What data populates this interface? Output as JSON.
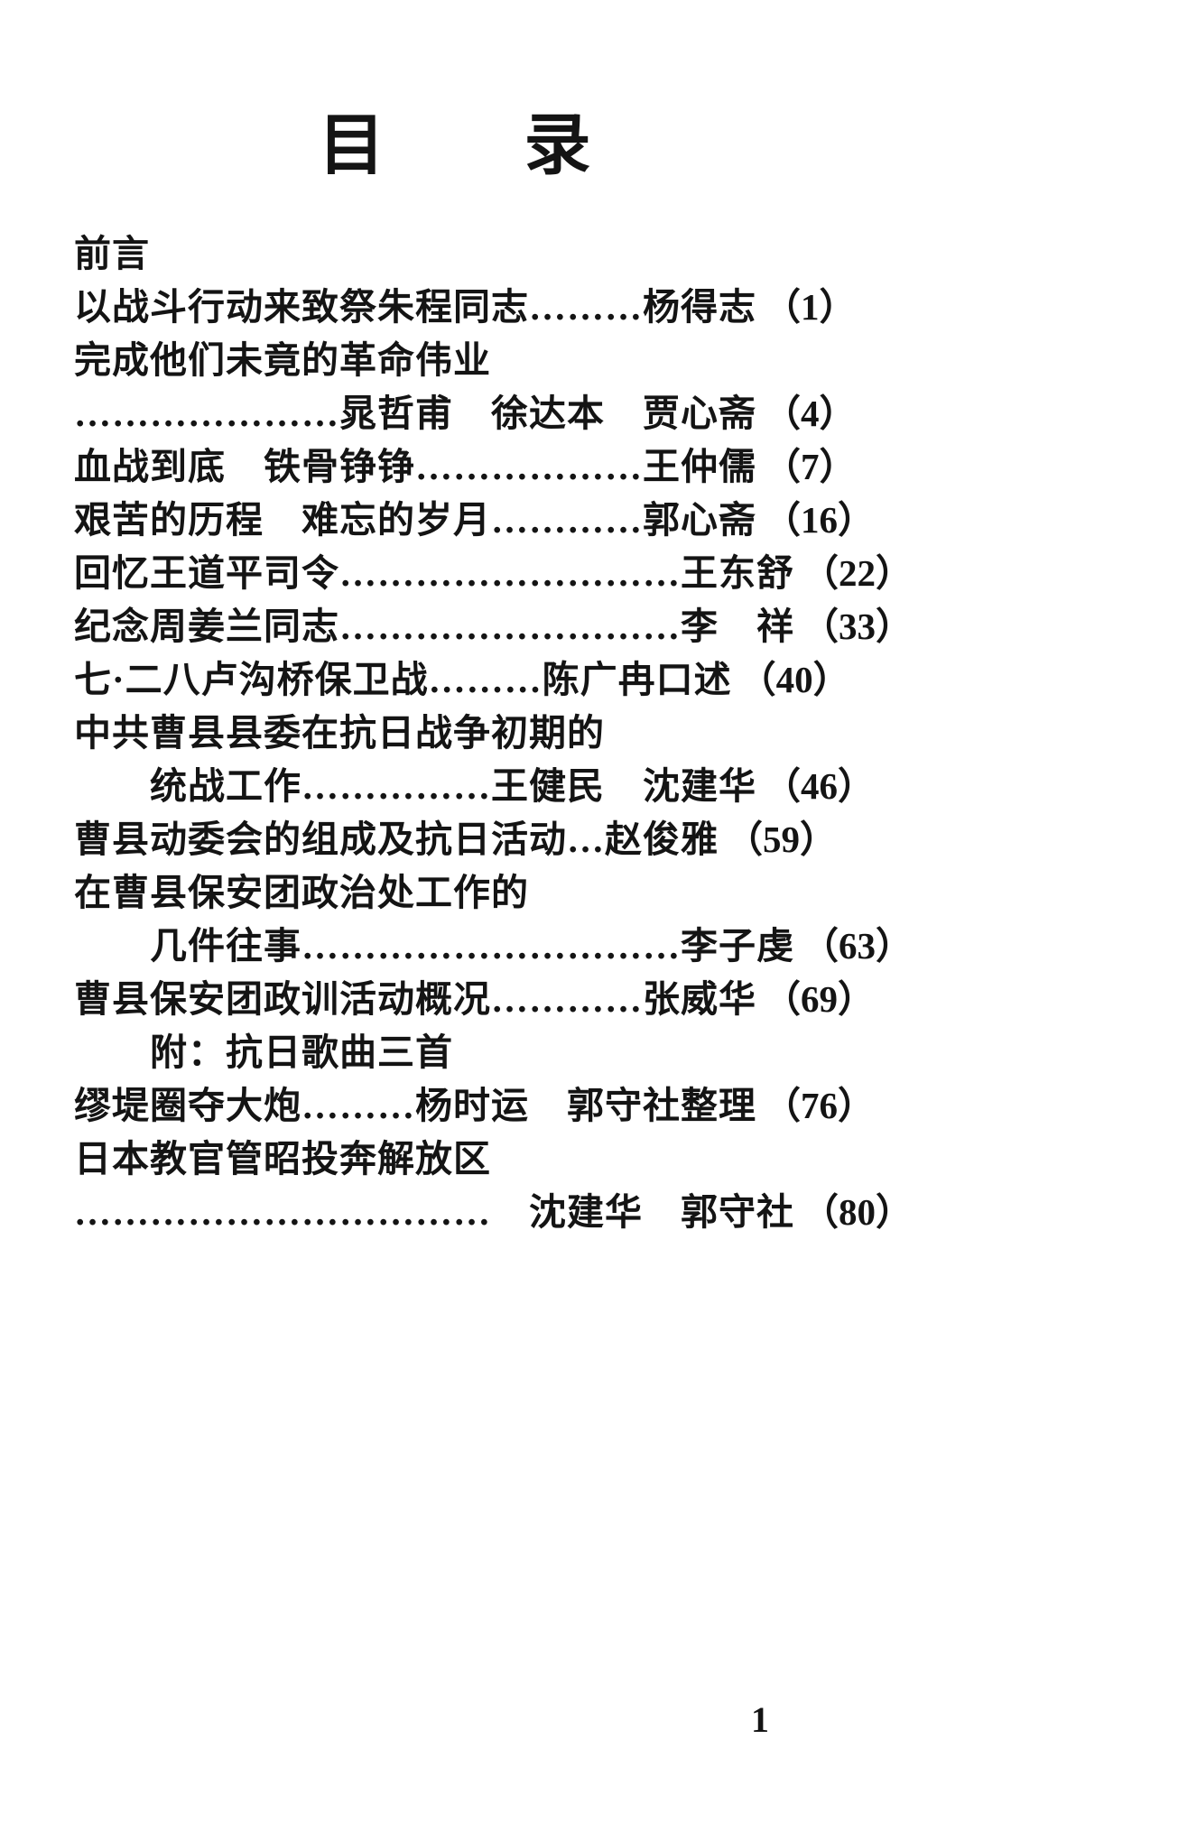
{
  "page": {
    "title": "目　　录",
    "folio": "1",
    "entries": [
      {
        "text": "前言"
      },
      {
        "text": "以战斗行动来致祭朱程同志………杨得志",
        "page": "（1）"
      },
      {
        "text": "完成他们未竟的革命伟业"
      },
      {
        "text": "…………………晁哲甫　徐达本　贾心斋",
        "page": "（4）"
      },
      {
        "text": "血战到底　铁骨铮铮………………王仲儒",
        "page": "（7）"
      },
      {
        "text": "艰苦的历程　难忘的岁月…………郭心斋",
        "page": "（16）"
      },
      {
        "text": "回忆王道平司令………………………王东舒",
        "page": "（22）"
      },
      {
        "text": "纪念周姜兰同志………………………李　祥",
        "page": "（33）"
      },
      {
        "text": "七·二八卢沟桥保卫战………陈广冉口述",
        "page": "（40）"
      },
      {
        "text": "中共曹县县委在抗日战争初期的"
      },
      {
        "text": "统战工作……………王健民　沈建华",
        "page": "（46）"
      },
      {
        "text": "曹县动委会的组成及抗日活动…赵俊雅",
        "page": "（59）"
      },
      {
        "text": "在曹县保安团政治处工作的"
      },
      {
        "text": "几件往事…………………………李子虔",
        "page": "（63）"
      },
      {
        "text": "曹县保安团政训活动概况…………张威华",
        "page": "（69）"
      },
      {
        "text": "附：抗日歌曲三首"
      },
      {
        "text": "缪堤圈夺大炮………杨时运　郭守社整理",
        "page": "（76）"
      },
      {
        "text": "日本教官管昭投奔解放区"
      },
      {
        "text": "……………………………　沈建华　郭守社",
        "page": "（80）"
      }
    ]
  }
}
